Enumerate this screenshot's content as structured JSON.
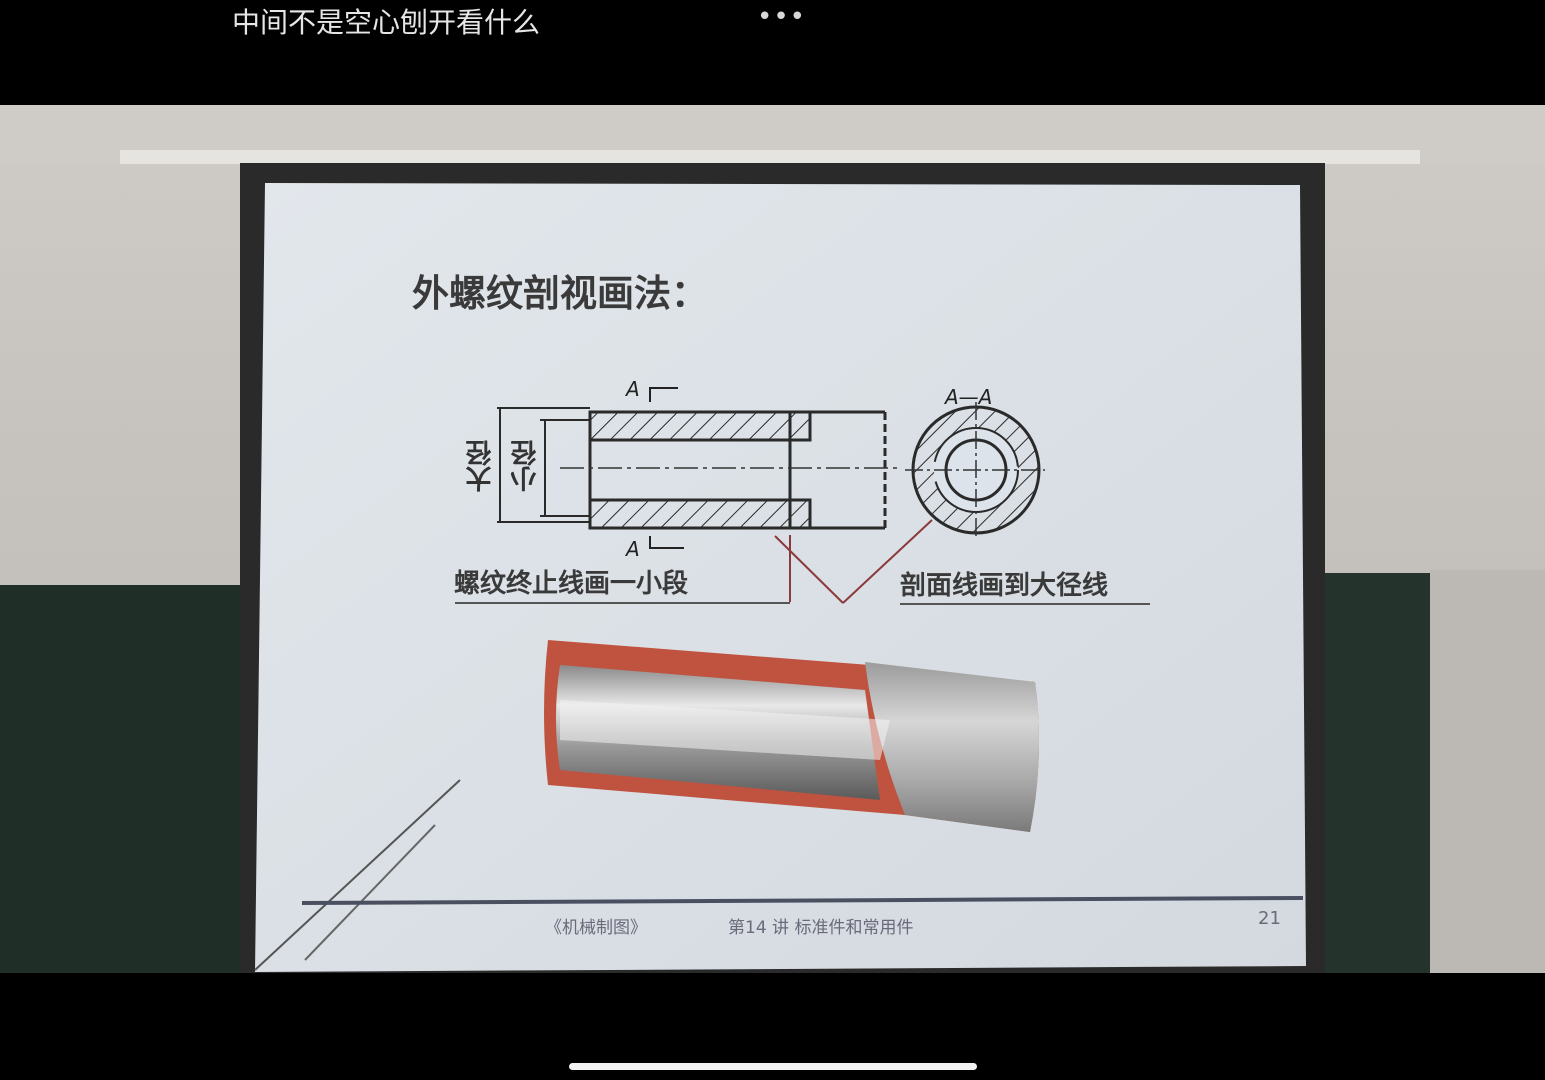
{
  "overlay": {
    "comment_text": "中间不是空心刨开看什么",
    "more_label": "•••"
  },
  "slide": {
    "title": "外螺纹剖视画法：",
    "labels": {
      "section_mark": "A",
      "section_view": "A—A",
      "major_diameter": "大径",
      "minor_diameter": "小径",
      "note_left": "螺纹终止线画一小段",
      "note_right": "剖面线画到大径线"
    },
    "footer": {
      "course": "《机械制图》",
      "lecture": "第14 讲  标准件和常用件",
      "page_number": "21"
    }
  },
  "colors": {
    "slide_bg": "#dde3ea",
    "thread_red": "#c0533f",
    "chalkboard": "#1f2e26"
  }
}
